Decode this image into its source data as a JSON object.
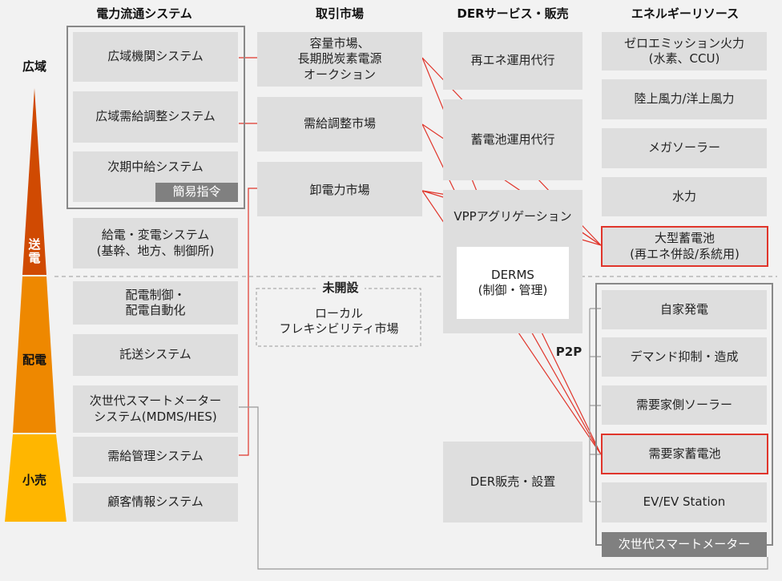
{
  "headers": {
    "grid": "電力流通システム",
    "market": "取引市場",
    "der": "DERサービス・販売",
    "resource": "エネルギーリソース"
  },
  "levels": {
    "wide": "広域",
    "trans": "送\n電",
    "dist": "配電",
    "retail": "小売"
  },
  "grid": {
    "b1": "広域機関システム",
    "b2": "広域需給調整システム",
    "b3": "次期中給システム",
    "tag": "簡易指令",
    "b4": "給電・変電システム\n(基幹、地方、制御所)",
    "b5": "配電制御・\n配電自動化",
    "b6": "託送システム",
    "b7": "次世代スマートメーター\nシステム(MDMS/HES)",
    "b8": "需給管理システム",
    "b9": "顧客情報システム"
  },
  "market": {
    "m1": "容量市場、\n長期脱炭素電源\nオークション",
    "m2": "需給調整市場",
    "m3": "卸電力市場",
    "unopened": "未開設",
    "m4": "ローカル\nフレキシビリティ市場"
  },
  "der": {
    "d1": "再エネ運用代行",
    "d2": "蓄電池運用代行",
    "vpp": "VPPアグリゲーション",
    "derms": "DERMS\n(制御・管理)",
    "p2p": "P2P",
    "d3": "DER販売・設置"
  },
  "resource": {
    "r1": "ゼロエミッション火力\n(水素、CCU)",
    "r2": "陸上風力/洋上風力",
    "r3": "メガソーラー",
    "r4": "水力",
    "r5": "大型蓄電池\n(再エネ併設/系統用)",
    "r6": "自家発電",
    "r7": "デマンド抑制・造成",
    "r8": "需要家側ソーラー",
    "r9": "需要家蓄電池",
    "r10": "EV/EV Station",
    "meter": "次世代スマートメーター"
  },
  "colors": {
    "red": "#e0352b",
    "wide": "#d04a02",
    "dist": "#ee8800",
    "retail": "#ffb600"
  }
}
